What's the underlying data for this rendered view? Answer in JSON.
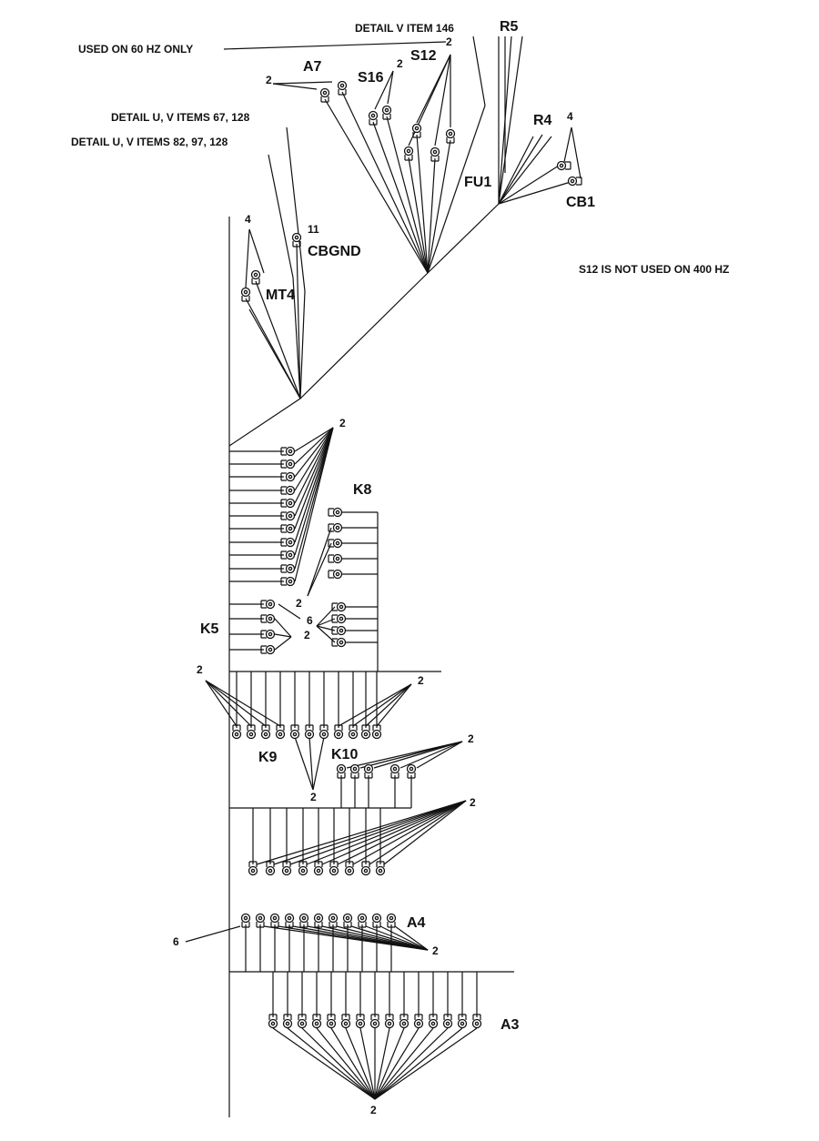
{
  "notes": {
    "used_60hz": "USED ON 60 HZ ONLY",
    "detail_v_146": "DETAIL V ITEM 146",
    "detail_uv_67": "DETAIL U, V ITEMS 67, 128",
    "detail_uv_82": "DETAIL U, V ITEMS 82, 97, 128",
    "s12_note": "S12 IS NOT USED ON 400 HZ"
  },
  "components": {
    "R5": "R5",
    "A7": "A7",
    "S16": "S16",
    "S12": "S12",
    "R4": "R4",
    "FU1": "FU1",
    "CB1": "CB1",
    "CBGND": "CBGND",
    "MT4": "MT4",
    "K5": "K5",
    "K8": "K8",
    "K9": "K9",
    "K10": "K10",
    "A4": "A4",
    "A3": "A3"
  },
  "counts": {
    "n2": "2",
    "n4": "4",
    "n6": "6",
    "n11": "11"
  }
}
